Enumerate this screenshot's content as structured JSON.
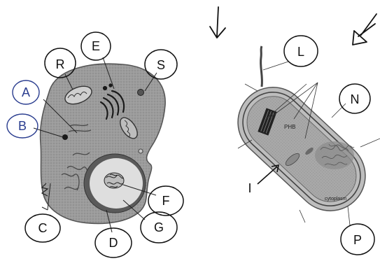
{
  "labels": {
    "A": "A",
    "B": "B",
    "C": "C",
    "D": "D",
    "E": "E",
    "F": "F",
    "G": "G",
    "R": "R",
    "S": "S",
    "L": "L",
    "N": "N",
    "P": "P",
    "I": "I"
  },
  "bacterium_text": {
    "phb": "PHB",
    "cytoplasm": "cytoplasm"
  },
  "colors": {
    "ink": "#111111",
    "label_blue": "#2a3d8f",
    "cell_fill": "#9a9a9a",
    "nucleus_fill": "#d6d6d6"
  }
}
